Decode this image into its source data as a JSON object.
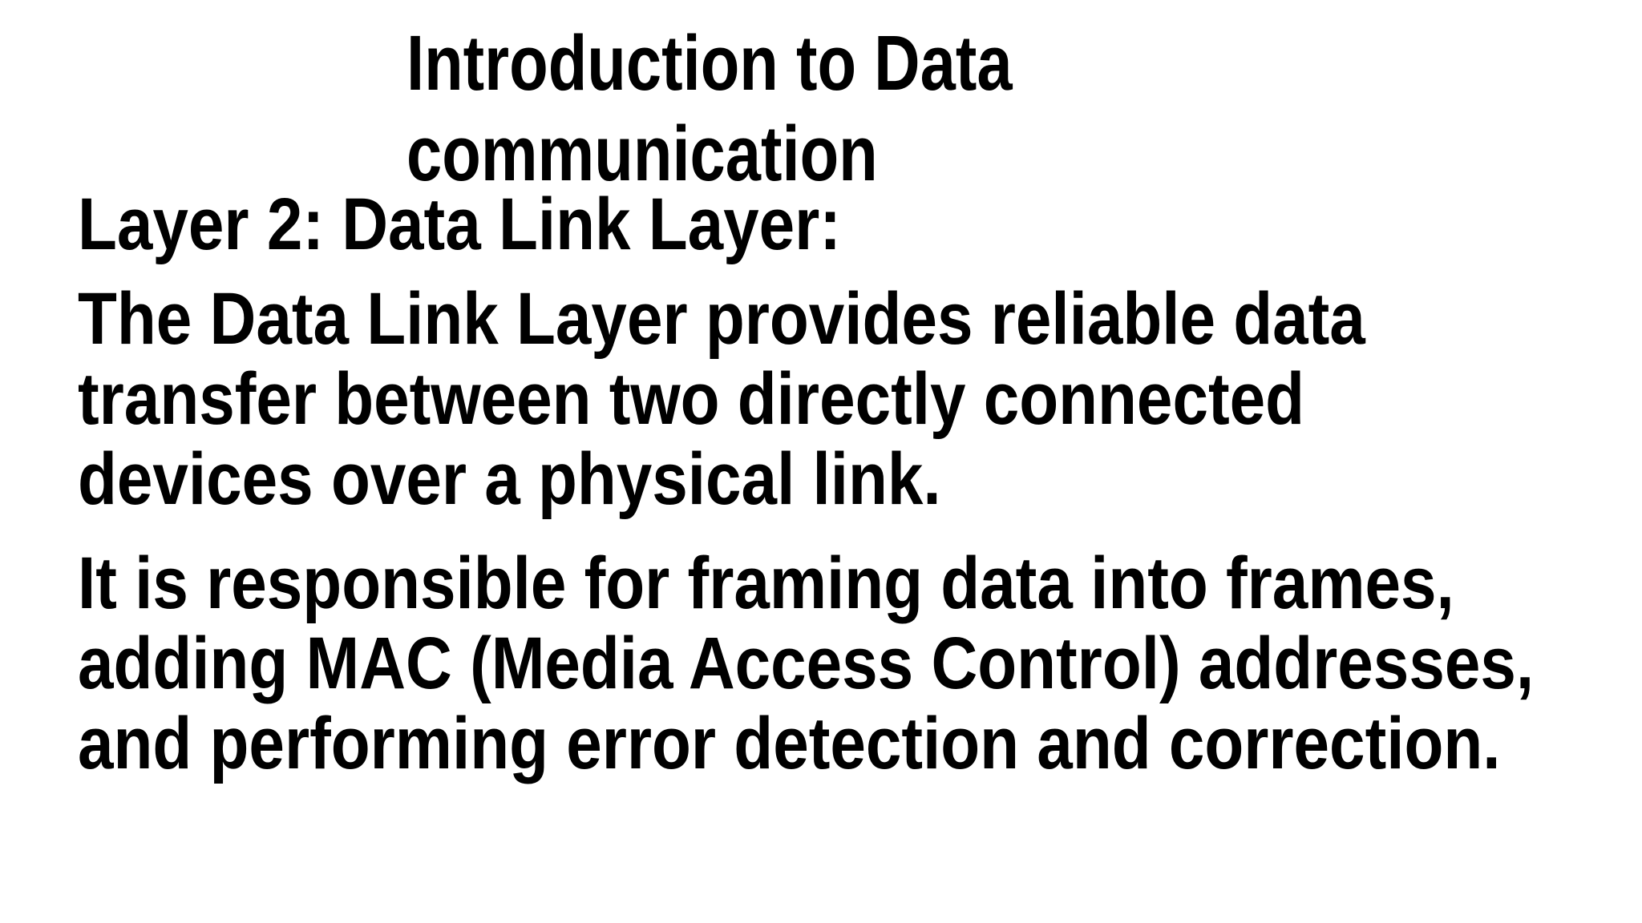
{
  "slide": {
    "background_color": "#FFFFFF",
    "text_color": "#000000",
    "title": {
      "text": "Introduction to Data\ncommunication"
    },
    "heading": {
      "text": "Layer 2: Data Link Layer:"
    },
    "paragraphs": [
      {
        "text": "The Data Link Layer provides reliable data\ntransfer between two directly connected\ndevices over a physical link."
      },
      {
        "text": "It is responsible for framing data into frames,\nadding MAC (Media Access Control) addresses,\nand performing error detection and correction."
      }
    ]
  }
}
